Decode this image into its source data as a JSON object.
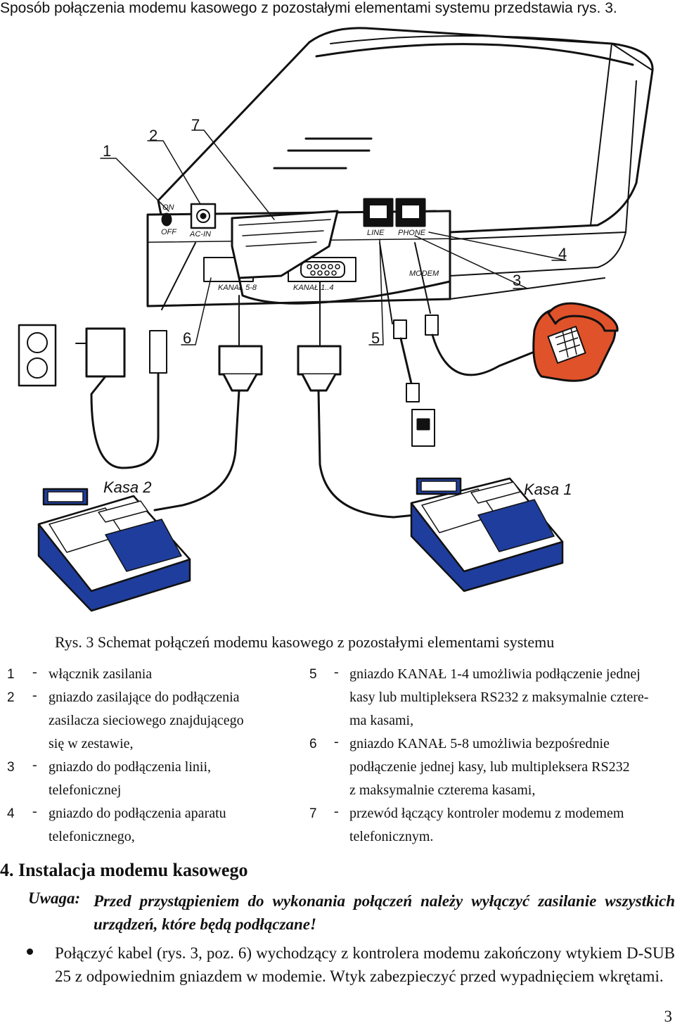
{
  "intro": "Sposób połączenia modemu kasowego z pozostałymi elementami systemu przedstawia rys. 3.",
  "figure": {
    "callouts": [
      "1",
      "2",
      "7",
      "4",
      "3",
      "6",
      "5"
    ],
    "device_labels": {
      "on": "ON",
      "off": "OFF",
      "ac_in": "AC-IN",
      "line": "LINE",
      "phone": "PHONE",
      "modem": "MODEM",
      "kanal_58": "KANAŁ 5-8",
      "kanal_14": "KANAŁ 1..4"
    },
    "register_labels": [
      "Kasa 2",
      "Kasa 1"
    ],
    "phone_color": "#e0522a",
    "register_color": "#1f3d9c"
  },
  "caption": "Rys. 3  Schemat połączeń modemu kasowego z pozostałymi elementami systemu",
  "legend_left": [
    {
      "num": "1",
      "lines": [
        "włącznik zasilania"
      ]
    },
    {
      "num": "2",
      "lines": [
        "gniazdo zasilające do podłączenia",
        "zasilacza sieciowego znajdującego",
        "się w zestawie,"
      ]
    },
    {
      "num": "3",
      "lines": [
        "gniazdo do podłączenia linii,",
        "telefonicznej"
      ]
    },
    {
      "num": "4",
      "lines": [
        "gniazdo do podłączenia aparatu",
        "telefonicznego,"
      ]
    }
  ],
  "legend_right": [
    {
      "num": "5",
      "lines": [
        "gniazdo KANAŁ 1-4 umożliwia podłączenie jednej",
        "kasy lub multipleksera RS232 z maksymalnie cztere-",
        "ma kasami,"
      ]
    },
    {
      "num": "6",
      "lines": [
        "gniazdo KANAŁ 5-8  umożliwia bezpośrednie",
        "podłączenie jednej kasy, lub multipleksera RS232",
        "z maksymalnie czterema kasami,"
      ]
    },
    {
      "num": "7",
      "lines": [
        "przewód łączący kontroler modemu z modemem",
        "telefonicznym."
      ]
    }
  ],
  "section_title": "4. Instalacja modemu kasowego",
  "note_label": "Uwaga:",
  "note_text": "Przed przystąpieniem do wykonania połączeń należy wyłączyć zasilanie wszystkich urządzeń, które będą podłączane!",
  "bullet_text": "Połączyć kabel (rys. 3, poz. 6) wychodzący z kontrolera modemu zakończony wtykiem D-SUB 25 z odpowiednim gniazdem w modemie. Wtyk zabezpieczyć przed wypadnięciem wkrętami.",
  "page_number": "3"
}
